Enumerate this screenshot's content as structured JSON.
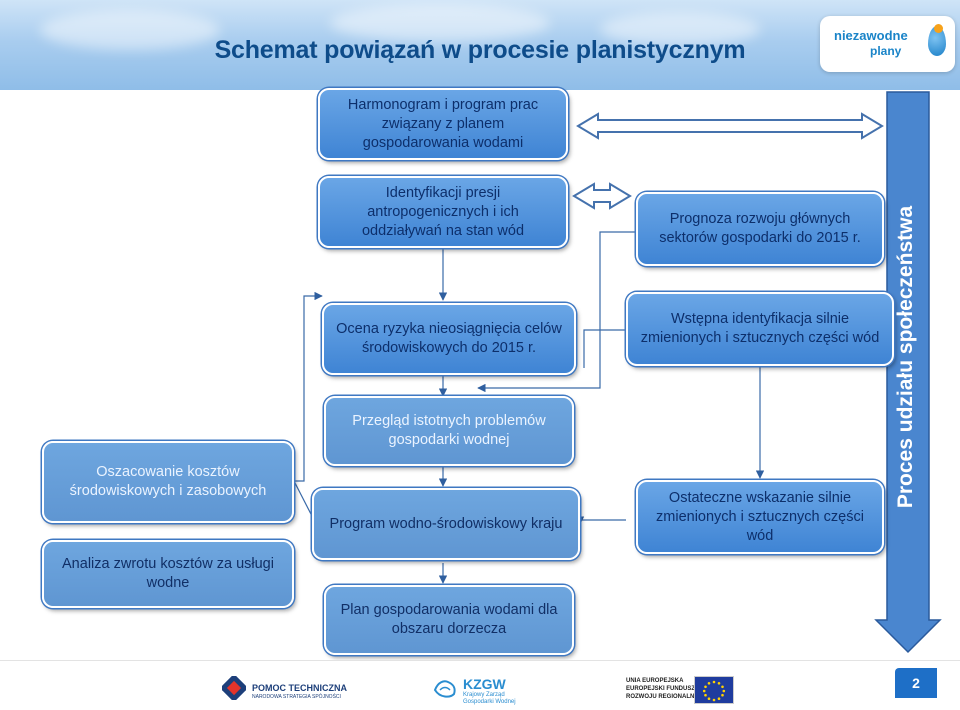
{
  "header": {
    "title": "Schemat powiązań w procesie planistycznym",
    "logo_line1": "niezawodne",
    "logo_line2": "plany"
  },
  "center_boxes": {
    "harmonogram": "Harmonogram i program prac związany z planem gospodarowania wodami",
    "identyfikacja": "Identyfikacji presji antropogenicznych i ich oddziaływań na stan wód",
    "ocena": "Ocena ryzyka nieosiągnięcia celów środowiskowych do 2015 r.",
    "przeglad": "Przegląd istotnych problemów gospodarki wodnej",
    "program": "Program wodno-środowiskowy kraju",
    "plan": "Plan gospodarowania wodami dla obszaru dorzecza"
  },
  "left_boxes": {
    "oszacowanie": "Oszacowanie kosztów środowiskowych i zasobowych",
    "analiza": "Analiza zwrotu kosztów za usługi wodne"
  },
  "right_boxes": {
    "prognoza": "Prognoza rozwoju głównych sektorów gospodarki do 2015 r.",
    "wstepna": "Wstępna identyfikacja silnie zmienionych i sztucznych części wód",
    "ostateczne": "Ostateczne wskazanie silnie zmienionych i sztucznych części wód"
  },
  "sidebar": {
    "label": "Proces udziału społeczeństwa"
  },
  "footer": {
    "pomoc_title": "POMOC TECHNICZNA",
    "pomoc_sub": "NARODOWA STRATEGIA SPÓJNOŚCI",
    "kzgw_title": "KZGW",
    "kzgw_sub1": "Krajowy Zarząd",
    "kzgw_sub2": "Gospodarki Wodnej",
    "ue1": "UNIA EUROPEJSKA",
    "ue2": "EUROPEJSKI FUNDUSZ",
    "ue3": "ROZWOJU REGIONALNEGO",
    "page_number": "2"
  },
  "colors": {
    "box_fill": "#4a8ad8",
    "title": "#0e4c8a",
    "sidebar": "#4a86cf",
    "connector": "#3a6aa8"
  }
}
